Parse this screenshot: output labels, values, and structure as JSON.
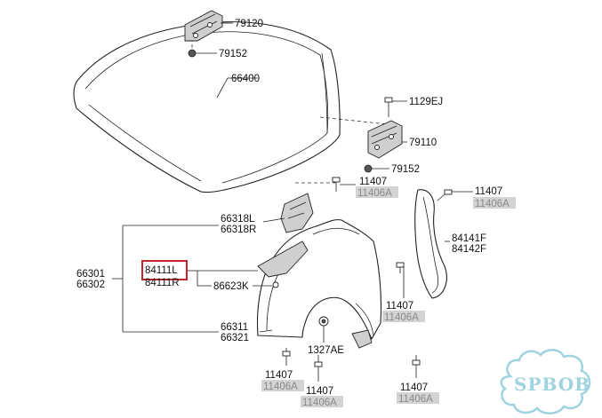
{
  "labels": {
    "p79120": "79120",
    "p79152_top": "79152",
    "p66400": "66400",
    "p1129EJ": "1129EJ",
    "p79110": "79110",
    "p79152_mid": "79152",
    "p11407_a": "11407",
    "p11406A_a": "11406A",
    "p11407_b": "11407",
    "p11406A_b": "11406A",
    "p66318L": "66318L",
    "p66318R": "66318R",
    "p84141F": "84141F",
    "p84142F": "84142F",
    "p66301": "66301",
    "p66302": "66302",
    "p84111L": "84111L",
    "p84111R": "84111R",
    "p86623K": "86623K",
    "p11407_c": "11407",
    "p11406A_c": "11406A",
    "p66311": "66311",
    "p66321": "66321",
    "p1327AE": "1327AE",
    "p11407_d": "11407",
    "p11406A_d": "11406A",
    "p11407_e": "11407",
    "p11406A_e": "11406A",
    "p11407_f": "11407",
    "p11406A_f": "11406A"
  },
  "watermark": {
    "text": "SPBOB",
    "color": "#9fd3df"
  },
  "highlight_color": "#c0262d"
}
